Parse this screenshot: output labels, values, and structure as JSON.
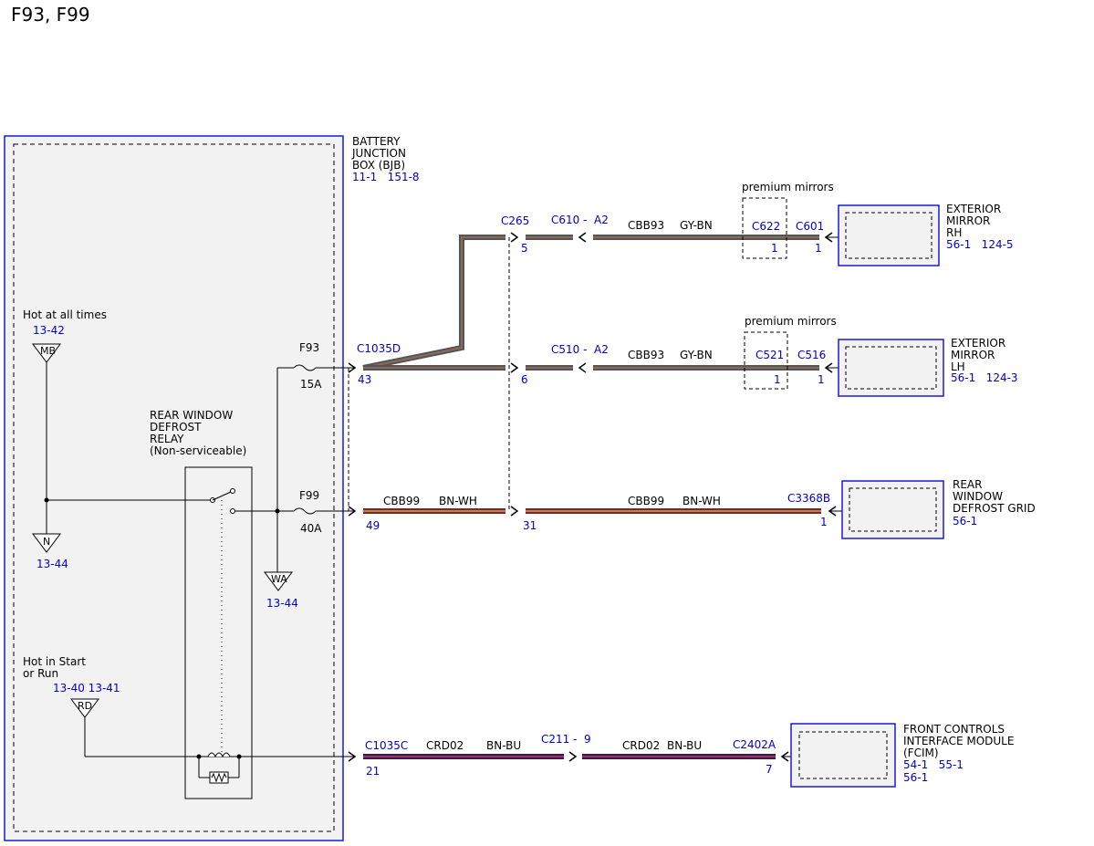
{
  "title": "F93, F99",
  "bjb": {
    "label": [
      "BATTERY",
      "JUNCTION",
      "BOX (BJB)"
    ],
    "refs": "11-1   151-8"
  },
  "power": {
    "hot_all": {
      "label": "Hot at all times",
      "ref": "13-42",
      "node": "MB"
    },
    "ground_n": {
      "node": "N",
      "ref": "13-44"
    },
    "ground_wa": {
      "node": "WA",
      "ref": "13-44"
    },
    "hot_start": {
      "label": [
        "Hot in Start",
        "or Run"
      ],
      "ref": "13-40 13-41",
      "node": "RD"
    }
  },
  "relay": {
    "label": [
      "REAR WINDOW",
      "DEFROST",
      "RELAY",
      "(Non-serviceable)"
    ]
  },
  "fuses": [
    {
      "name": "F93",
      "rating": "15A"
    },
    {
      "name": "F99",
      "rating": "40A"
    }
  ],
  "connectors": {
    "c1035d": {
      "name": "C1035D",
      "pin": "43"
    },
    "c1035d_2": {
      "pin": "49"
    },
    "c1035c": {
      "name": "C1035C",
      "pin": "21"
    },
    "c265": {
      "name": "C265",
      "pin_top": "5",
      "pin_mid": "6",
      "pin_bot": "31"
    },
    "c610": "C610 -  A2",
    "c510": "C510 -  A2",
    "c211": "C211 -  9",
    "c622": {
      "name": "C622",
      "pin": "1"
    },
    "c521": {
      "name": "C521",
      "pin": "1"
    },
    "c601": {
      "name": "C601",
      "pin": "1"
    },
    "c516": {
      "name": "C516",
      "pin": "1"
    },
    "c3368b": {
      "name": "C3368B",
      "pin": "1"
    },
    "c2402a": {
      "name": "C2402A",
      "pin": "7"
    }
  },
  "wires": {
    "cbb93_circuit": "CBB93",
    "cbb93_color": "GY-BN",
    "cbb99_circuit": "CBB99",
    "cbb99_color": "BN-WH",
    "crd02_circuit": "CRD02",
    "crd02_color": "BN-BU",
    "colors": {
      "gy_bn": "#8a6a5a",
      "bn_wh": "#a0522d",
      "bn_bu": "#6a2a6a"
    }
  },
  "option_label": "premium mirrors",
  "components": {
    "mirror_rh": {
      "label": [
        "EXTERIOR",
        "MIRROR",
        "RH"
      ],
      "refs": "56-1   124-5"
    },
    "mirror_lh": {
      "label": [
        "EXTERIOR",
        "MIRROR",
        "LH"
      ],
      "refs": "56-1   124-3"
    },
    "defrost_grid": {
      "label": [
        "REAR",
        "WINDOW",
        "DEFROST GRID"
      ],
      "refs": "56-1"
    },
    "fcim": {
      "label": [
        "FRONT CONTROLS",
        "INTERFACE MODULE",
        "(FCIM)"
      ],
      "refs1": "54-1   55-1",
      "refs2": "56-1"
    }
  },
  "colors": {
    "ref_blue": "#0000cc",
    "box_blue": "#1a1ad4",
    "panel_fill": "#f2f2f2"
  }
}
